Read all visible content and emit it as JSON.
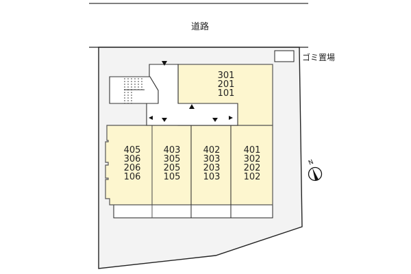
{
  "site": {
    "road_label": "道路",
    "garbage_label": "ゴミ置場",
    "compass_label": "N"
  },
  "colors": {
    "lot_fill": "#f3f3f3",
    "unit_fill": "#fdf6cf",
    "corridor_fill": "#ffffff",
    "line": "#222222"
  },
  "units": {
    "north_block": [
      "301",
      "201",
      "101"
    ],
    "col_405": [
      "405",
      "306",
      "206",
      "106"
    ],
    "col_403": [
      "403",
      "305",
      "205",
      "105"
    ],
    "col_402": [
      "402",
      "303",
      "203",
      "103"
    ],
    "col_401": [
      "401",
      "302",
      "202",
      "102"
    ]
  }
}
